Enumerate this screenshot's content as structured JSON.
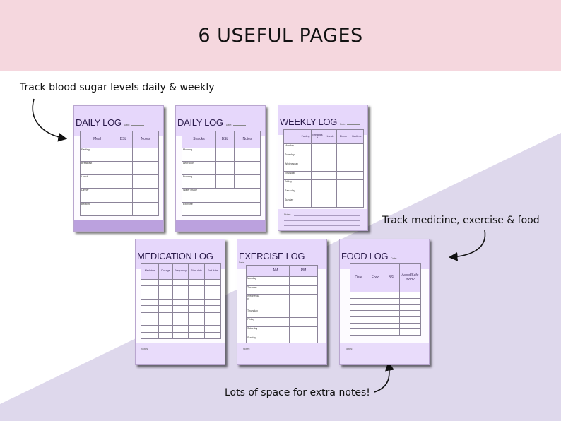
{
  "banner": {
    "title": "6 USEFUL PAGES"
  },
  "captions": {
    "top_left": "Track blood sugar levels daily & weekly",
    "right": "Track medicine, exercise & food",
    "bottom": "Lots of space for extra notes!"
  },
  "colors": {
    "banner": "#f5d7de",
    "lavender": "#ded8ec",
    "header": "#e6d7fb",
    "footer": "#bba1de"
  },
  "pages": [
    {
      "title": "DAILY LOG",
      "date_label": "Date:",
      "columns": [
        "Meal",
        "BSL",
        "Notes"
      ],
      "rows": [
        "Fasting",
        "Breakfast",
        "Lunch",
        "Dinner",
        "Bedtime"
      ],
      "footer": "band"
    },
    {
      "title": "DAILY LOG",
      "date_label": "Date:",
      "columns": [
        "Snacks",
        "BSL",
        "Notes"
      ],
      "rows": [
        "Morning",
        "Afternoon",
        "Evening"
      ],
      "full_rows": [
        "Water intake",
        "Exercise"
      ],
      "footer": "band"
    },
    {
      "title": "WEEKLY LOG",
      "date_label": "Date:",
      "columns": [
        "",
        "Fasting",
        "Breakfast",
        "Lunch",
        "Dinner",
        "Bedtime"
      ],
      "rows": [
        "Monday",
        "Tuesday",
        "Wednesday",
        "Thursday",
        "Friday",
        "Saturday",
        "Sunday"
      ],
      "notes_label": "Notes:"
    },
    {
      "title": "MEDICATION LOG",
      "date_label": "",
      "columns": [
        "Medicine",
        "Dosage",
        "Frequency",
        "Start date",
        "End date"
      ],
      "empty_rows": 9,
      "notes_label": "Notes:"
    },
    {
      "title": "EXERCISE LOG",
      "date_label": "Date:",
      "columns": [
        "",
        "AM",
        "PM"
      ],
      "rows": [
        "Monday",
        "Tuesday",
        "Wednesday",
        "Thursday",
        "Friday",
        "Saturday",
        "Sunday"
      ],
      "notes_label": "Notes:"
    },
    {
      "title": "FOOD LOG",
      "date_label": "Date:",
      "columns": [
        "Date",
        "Food",
        "BSL",
        "Avoid/Safe food?"
      ],
      "empty_rows": 7,
      "notes_label": "Notes:"
    }
  ]
}
